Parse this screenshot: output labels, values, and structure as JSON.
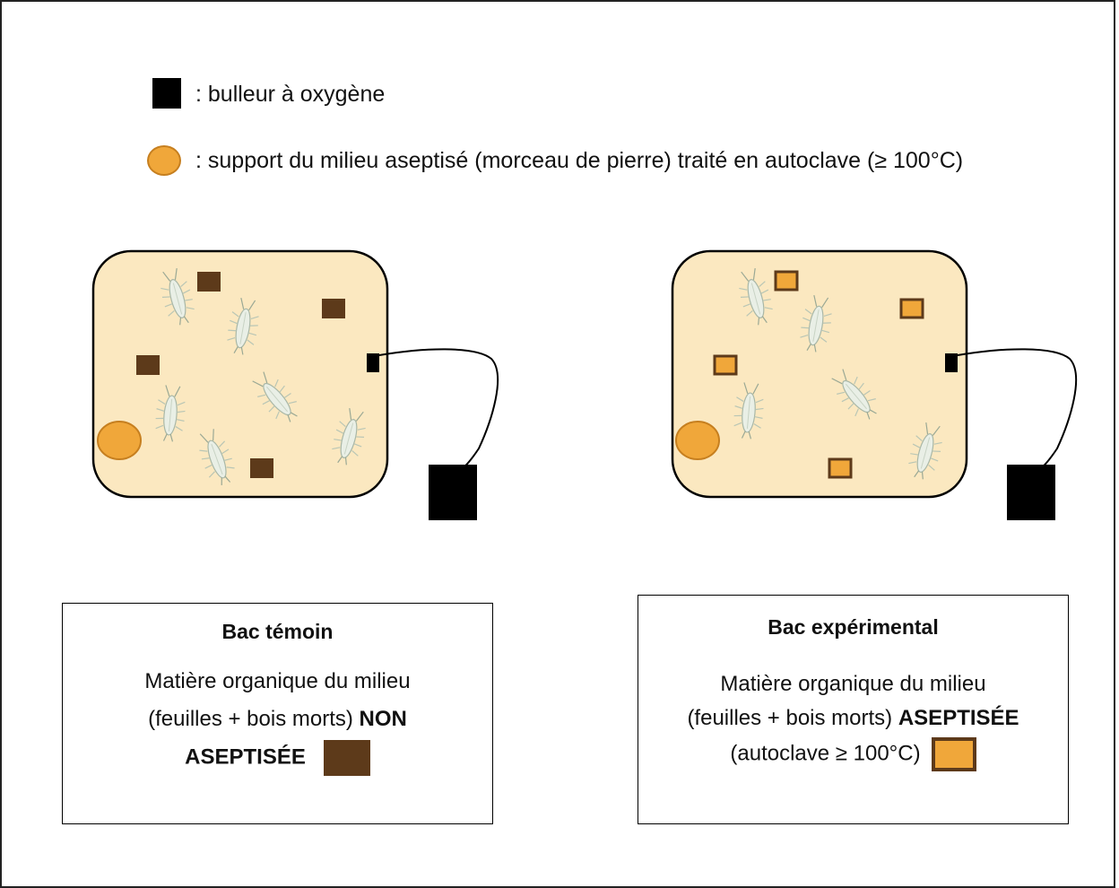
{
  "legend": {
    "oxygen": ": bulleur à oxygène",
    "support": ": support du milieu aseptisé (morceau de pierre) traité en autoclave (≥ 100°C)"
  },
  "control_box": {
    "title": "Bac témoin",
    "line1": "Matière organique du milieu",
    "line2a": "(feuilles + bois morts) ",
    "line2b": "NON",
    "line3": "ASEPTISÉE"
  },
  "experimental_box": {
    "title": "Bac expérimental",
    "line1": "Matière organique du milieu",
    "line2a": "(feuilles + bois morts) ",
    "line2b": "ASEPTISÉE",
    "line3": "(autoclave ≥ 100°C)"
  },
  "colors": {
    "tank_fill": "#fbe8c0",
    "non_aseptic": "#5d3a1a",
    "aseptic": "#f0a73a",
    "aseptic_border": "#5d3a1a",
    "support": "#f0a73a",
    "bubbler": "#000000"
  },
  "icons": [
    "woodlouse-icon",
    "oxygen-bubbler-icon",
    "stone-support-icon"
  ]
}
